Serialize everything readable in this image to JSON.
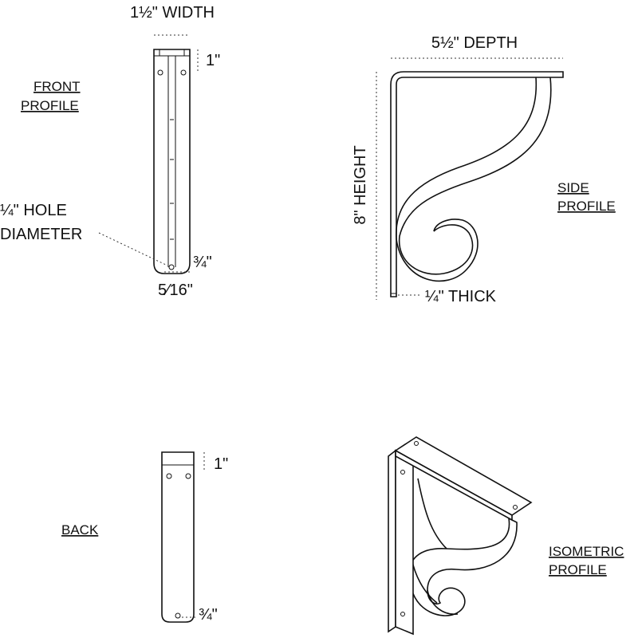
{
  "front": {
    "label": "FRONT PROFILE",
    "label_line1": "FRONT",
    "label_line2": "PROFILE",
    "width_dim": "1½\" WIDTH",
    "top_dim": "1\"",
    "hole_line1": "¼\" HOLE",
    "hole_line2": "DIAMETER",
    "hole_inset_dim": "¾\"",
    "bottom_dim": "5⁄16\""
  },
  "side": {
    "label": "SIDE PROFILE",
    "label_line1": "SIDE",
    "label_line2": "PROFILE",
    "depth_dim": "5½\" DEPTH",
    "height_dim": "8\" HEIGHT",
    "thick_dim": "¼\" THICK"
  },
  "back": {
    "label": "BACK",
    "top_dim": "1\"",
    "bottom_dim": "¾\""
  },
  "iso": {
    "label": "ISOMETRIC PROFILE",
    "label_line1": "ISOMETRIC",
    "label_line2": "PROFILE"
  }
}
